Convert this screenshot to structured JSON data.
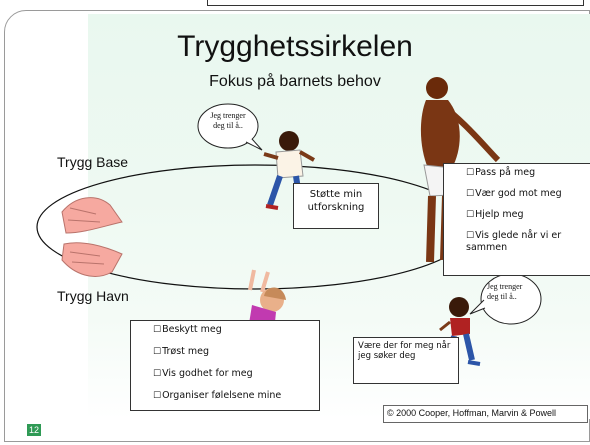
{
  "slide": {
    "title": "Trygghetssirkelen",
    "subtitle": "Fokus på barnets behov",
    "label_top": "Trygg Base",
    "label_bottom": "Trygg Havn",
    "bubble_left": "Jeg trenger deg til å..",
    "bubble_right": "Jeg trenger deg til å..",
    "support_box": "Støtte min utforskning",
    "right_list": [
      "Pass på meg",
      "Vær god mot meg",
      "Hjelp meg",
      "Vis glede når vi er sammen"
    ],
    "bottom_list": [
      "Beskytt meg",
      "Trøst meg",
      "Vis godhet for meg",
      "Organiser følelsene mine"
    ],
    "welcome_box": "Være der for meg når jeg søker deg",
    "copyright": "© 2000 Cooper, Hoffman, Marvin & Powell",
    "page_number": "12"
  },
  "colors": {
    "accent_green": "#2f9a55",
    "background_mint": "#e9f8ef"
  }
}
